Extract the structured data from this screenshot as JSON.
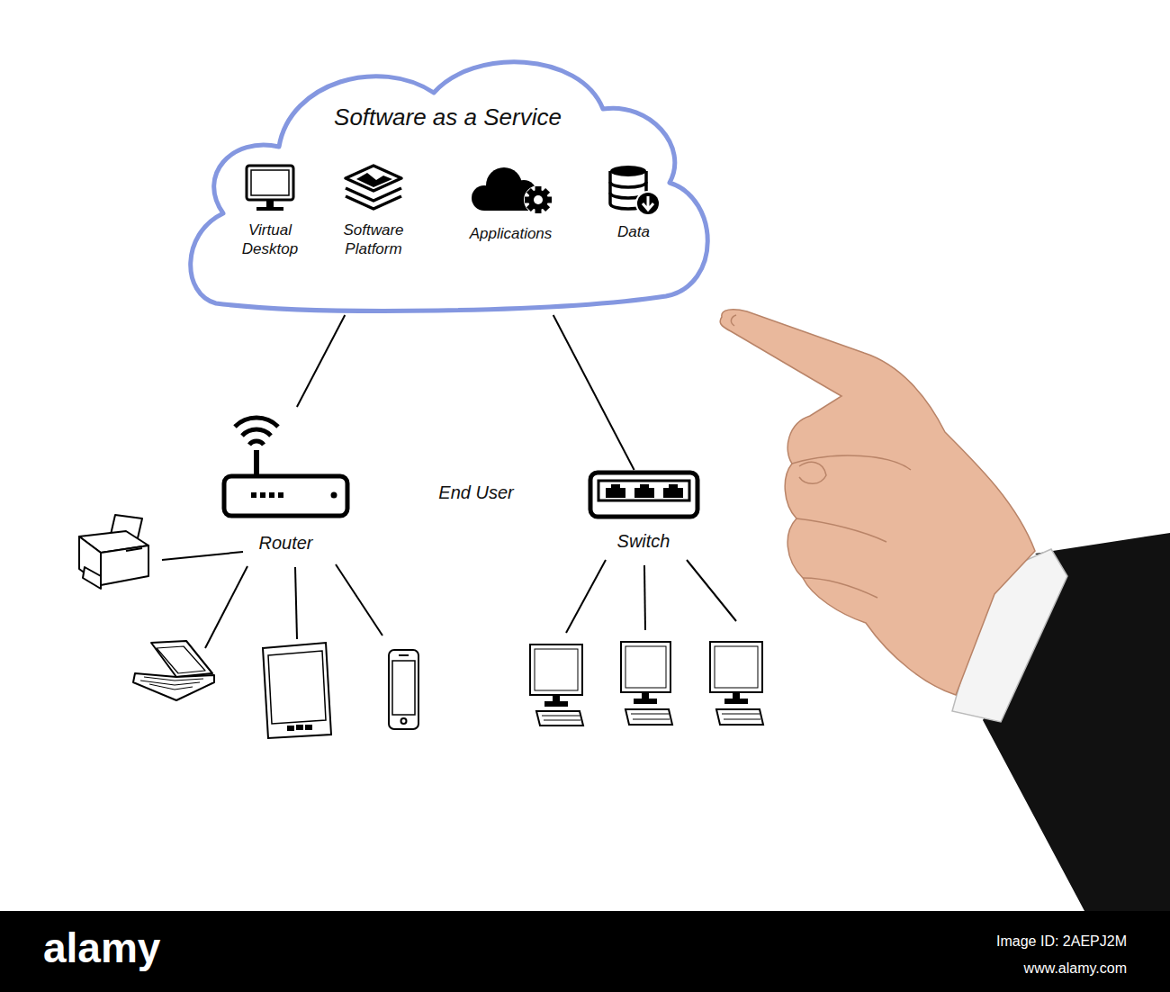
{
  "diagram": {
    "nodes": [
      {
        "text": [
          "Software as a Service"
        ]
      },
      {
        "text": [
          "Virtual Desktop"
        ],
        "in": 0
      },
      {
        "text": [
          "Software Platform"
        ],
        "in": 0
      },
      {
        "text": [
          "Applications"
        ],
        "in": 0
      },
      {
        "text": [
          "Data"
        ],
        "in": 0
      },
      {
        "text": [
          "Router"
        ]
      },
      {
        "text": [
          "Switch"
        ]
      }
    ],
    "edges": [
      {
        "from": 0,
        "to": 5,
        "arrow": "none"
      },
      {
        "from": 0,
        "to": 6,
        "arrow": "none"
      }
    ],
    "labels": [
      "End User",
      "alamy",
      "Image ID: 2AEPJ2M",
      "www.alamy.com"
    ]
  }
}
